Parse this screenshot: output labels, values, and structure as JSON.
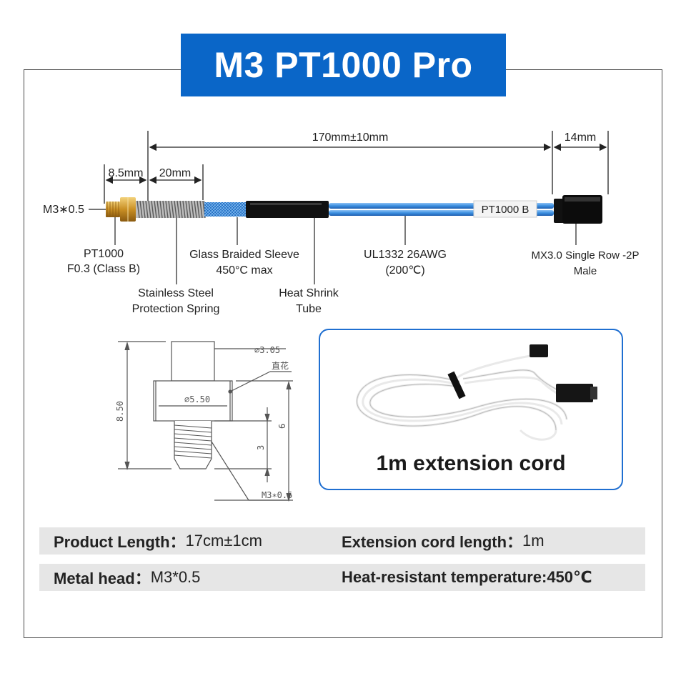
{
  "title": "M3 PT1000 Pro",
  "dimensions": {
    "total_length": "170mm±10mm",
    "connector_length": "14mm",
    "head_length": "8.5mm",
    "spring_length": "20mm",
    "thread": "M3∗0.5"
  },
  "callouts": {
    "sensor_line1": "PT1000",
    "sensor_line2": "F0.3 (Class B)",
    "spring_line1": "Stainless Steel",
    "spring_line2": "Protection Spring",
    "sleeve_line1": "Glass Braided Sleeve",
    "sleeve_line2": "450°C max",
    "shrink_line1": "Heat Shrink",
    "shrink_line2": "Tube",
    "wire_line1": "UL1332 26AWG",
    "wire_line2": "(200℃)",
    "connector_line1": "MX3.0 Single Row -2P",
    "connector_line2": "Male",
    "wire_tag": "PT1000 B"
  },
  "drawing": {
    "dia_top": "∅3.05",
    "knurl": "直花",
    "dia_body": "∅5.50",
    "overall_height": "8.50",
    "thread_height": "6",
    "thread_length": "3",
    "thread_spec": "M3∗0.5"
  },
  "extension": {
    "caption": "1m extension cord"
  },
  "specs": [
    {
      "left_key": "Product Length：",
      "left_val": "17cm±1cm",
      "right_key": "Extension cord length：",
      "right_val": "1m"
    },
    {
      "left_key": "Metal head：",
      "left_val": "M3*0.5",
      "right_key": "Heat-resistant temperature: ",
      "right_val": "450℃"
    }
  ],
  "colors": {
    "title_bg": "#0a66c8",
    "wire_blue": "#3b8fe0",
    "brass": "#d4a23c",
    "box_border": "#1f6fd1",
    "spec_bg": "#e6e6e6"
  }
}
